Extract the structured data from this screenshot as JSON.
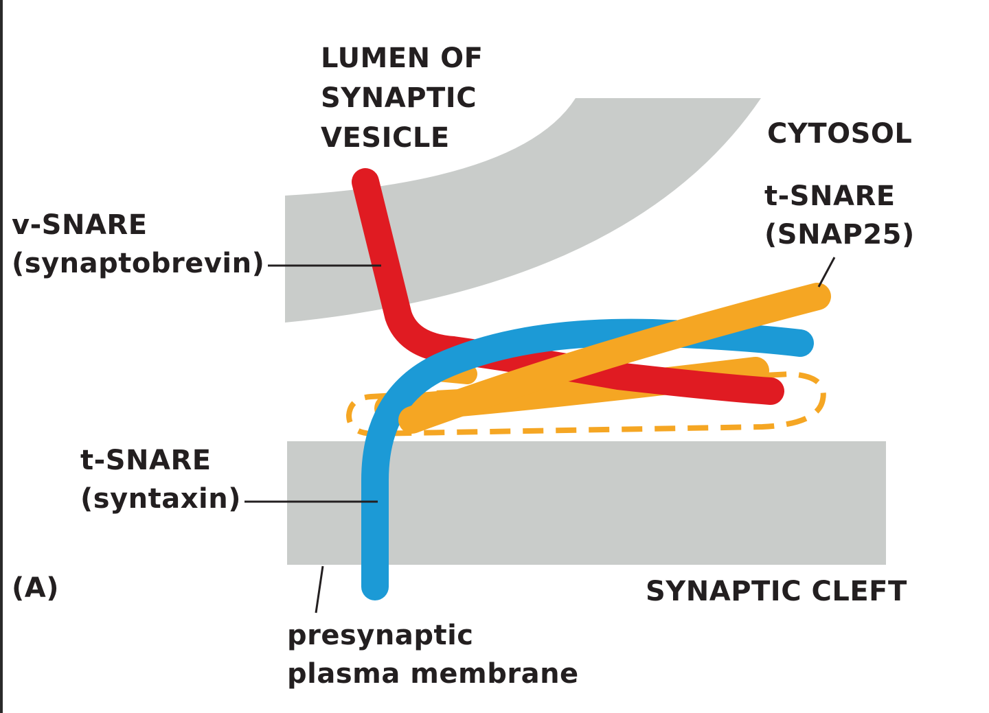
{
  "labels": {
    "lumen_line1": "LUMEN OF",
    "lumen_line2": "SYNAPTIC",
    "lumen_line3": "VESICLE",
    "cytosol": "CYTOSOL",
    "v_snare_line1": "v-SNARE",
    "v_snare_line2": "(synaptobrevin)",
    "t_snare_snap_line1": "t-SNARE",
    "t_snare_snap_line2": "(SNAP25)",
    "t_snare_syn_line1": "t-SNARE",
    "t_snare_syn_line2": "(syntaxin)",
    "panel": "(A)",
    "synaptic_cleft": "SYNAPTIC CLEFT",
    "membrane_line1": "presynaptic",
    "membrane_line2": "plasma membrane"
  },
  "colors": {
    "membrane": "#c9ccca",
    "v_snare": "#e01b22",
    "syntaxin": "#1c9ad6",
    "snap25": "#f5a623",
    "text": "#231f20"
  }
}
